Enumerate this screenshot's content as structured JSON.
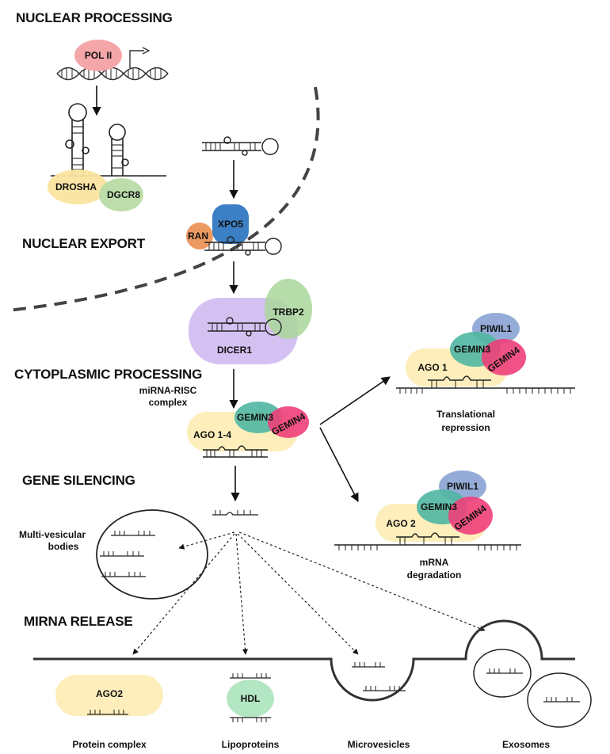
{
  "sections": {
    "nuclear_processing": "NUCLEAR PROCESSING",
    "nuclear_export": "NUCLEAR EXPORT",
    "cytoplasmic_processing": "CYTOPLASMIC PROCESSING",
    "gene_silencing": "GENE SILENCING",
    "mirna_release": "MIRNA RELEASE"
  },
  "proteins": {
    "pol2": "POL II",
    "drosha": "DROSHA",
    "dgcr8": "DGCR8",
    "ran": "RAN",
    "xpo5": "XPO5",
    "trbp2": "TRBP2",
    "dicer1": "DICER1",
    "gemin3_risc": "GEMIN3",
    "gemin4_risc": "GEMIN4",
    "ago14": "AGO 1-4",
    "piwil1_a": "PIWIL1",
    "gemin3_a": "GEMIN3",
    "gemin4_a": "GEMIN4",
    "ago1": "AGO 1",
    "piwil1_b": "PIWIL1",
    "gemin3_b": "GEMIN3",
    "gemin4_b": "GEMIN4",
    "ago2_degr": "AGO 2",
    "ago2_complex": "AGO2",
    "hdl": "HDL"
  },
  "labels": {
    "risc_line1": "miRNA-RISC",
    "risc_line2": "complex",
    "mvb_line1": "Multi-vesicular",
    "mvb_line2": "bodies",
    "transl_line1": "Translational",
    "transl_line2": "repression",
    "degr_line1": "mRNA",
    "degr_line2": "degradation",
    "protein_complex": "Protein complex",
    "lipoproteins": "Lipoproteins",
    "microvesicles": "Microvesicles",
    "exosomes": "Exosomes"
  },
  "colors": {
    "pol2": "#f4a6a9",
    "drosha": "#fbe4a0",
    "dgcr8": "#b9dca6",
    "ran": "#ec9a62",
    "xpo5": "#3b7fc4",
    "dicer1": "#d4c1f2",
    "trbp2": "#a9d79a",
    "ago": "#fdeebb",
    "gemin3": "#4fb6a2",
    "gemin4": "#ee3f7a",
    "piwil1": "#8aa3d4",
    "hdl": "#b3e6c2",
    "line": "#222222"
  },
  "icons": [
    "dna-helix-icon",
    "transcription-start-arrow-icon",
    "hairpin-rna-icon",
    "mirna-duplex-icon",
    "vesicle-icon"
  ]
}
